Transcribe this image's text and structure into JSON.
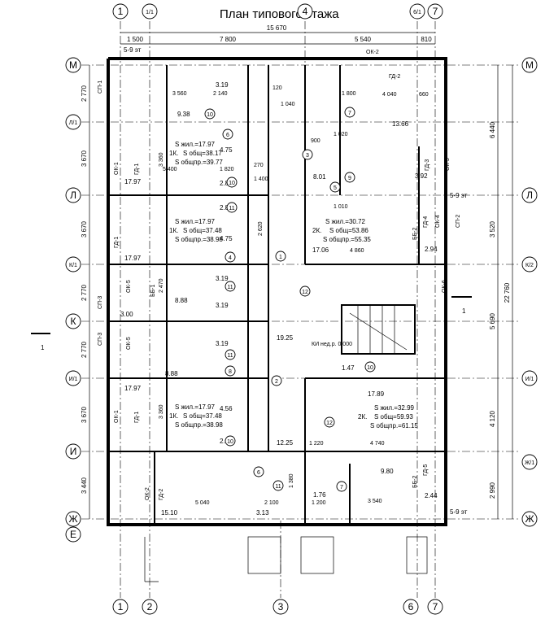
{
  "title": "План типового этажа",
  "axes_top": [
    "1",
    "1/1",
    "4",
    "6/1",
    "7"
  ],
  "axes_bottom": [
    "1",
    "2",
    "3",
    "6",
    "7"
  ],
  "axes_left": [
    "М",
    "Л/1",
    "Л",
    "К/1",
    "К",
    "И/1",
    "И",
    "Ж",
    "Е"
  ],
  "axes_right": [
    "М",
    "Л",
    "К/2",
    "И/1",
    "Ж/1",
    "Ж"
  ],
  "dims_top": {
    "total": "15 670",
    "segments": [
      "1 500",
      "7 800",
      "5 540",
      "810"
    ],
    "upper_left": "5-9 эт"
  },
  "dims_left": [
    "2 770",
    "3 670",
    "3 670",
    "2 770",
    "2 770",
    "3 670",
    "3 440"
  ],
  "dims_right_inner": [
    "6 440",
    "3 520",
    "5 690",
    "4 120",
    "2 990"
  ],
  "dims_right_total": "22 760",
  "section_mark": "1",
  "right_note": "5-9 эт",
  "right_note_bottom": "5-9 эт",
  "apartments": [
    {
      "living": "S жил.=17.97",
      "type": "1К.",
      "total": "S общ=38.17",
      "general": "S общпр.=39.77"
    },
    {
      "living": "S жил.=17.97",
      "type": "1К.",
      "total": "S общ=37.48",
      "general": "S общпр.=38.98"
    },
    {
      "living": "S жил.=17.97",
      "type": "1К.",
      "total": "S общ=37.48",
      "general": "S общпр.=38.98"
    },
    {
      "living": "S жил.=30.72",
      "type": "2К.",
      "total": "S общ=53.86",
      "general": "S общпр.=55.35"
    },
    {
      "living": "S жил.=32.99",
      "type": "2К.",
      "total": "S общ=59.93",
      "general": "S общпр.=61.15"
    }
  ],
  "room_areas": [
    "9.38",
    "17.97",
    "17.97",
    "17.97",
    "3.19",
    "3.19",
    "3.19",
    "3.19",
    "4.75",
    "4.75",
    "4.56",
    "2.88",
    "2.88",
    "2.88",
    "8.88",
    "8.88",
    "3.00",
    "8.01",
    "3.92",
    "2.94",
    "17.06",
    "17.89",
    "13.66",
    "19.25",
    "12.25",
    "15.10",
    "3.13",
    "1.76",
    "9.80",
    "2.44",
    "1.47"
  ],
  "room_numbers": [
    "1",
    "2",
    "3",
    "4",
    "5",
    "6",
    "7",
    "8",
    "9",
    "10",
    "11",
    "12"
  ],
  "labels": {
    "ok1": "ОК-1",
    "ok2": "ОК-2",
    "ok3": "ОК-3",
    "ok4": "ОК-4",
    "ok5": "ОК-5",
    "ok6": "ОК-6",
    "gd1": "ГД-1",
    "gd2": "ГД-2",
    "gd3": "ГД-3",
    "gd4": "ГД-4",
    "gd5": "ГД-5",
    "sp1": "СП-1",
    "sp2": "СП-2",
    "sp3": "СП-3",
    "bb2": "ББ-2",
    "bb1": "ББ-1",
    "kin": "КИ нед.р. 0.000"
  },
  "misc_dims": [
    "3 560",
    "2 140",
    "120",
    "1 040",
    "1 800",
    "4 040",
    "660",
    "5 400",
    "1 820",
    "1 400",
    "270",
    "1 010",
    "4 860",
    "3 360",
    "2 470",
    "3 360",
    "2 620",
    "1 220",
    "4 740",
    "5 040",
    "2 100",
    "1 380",
    "1 200",
    "3 540",
    "900",
    "1 020"
  ]
}
